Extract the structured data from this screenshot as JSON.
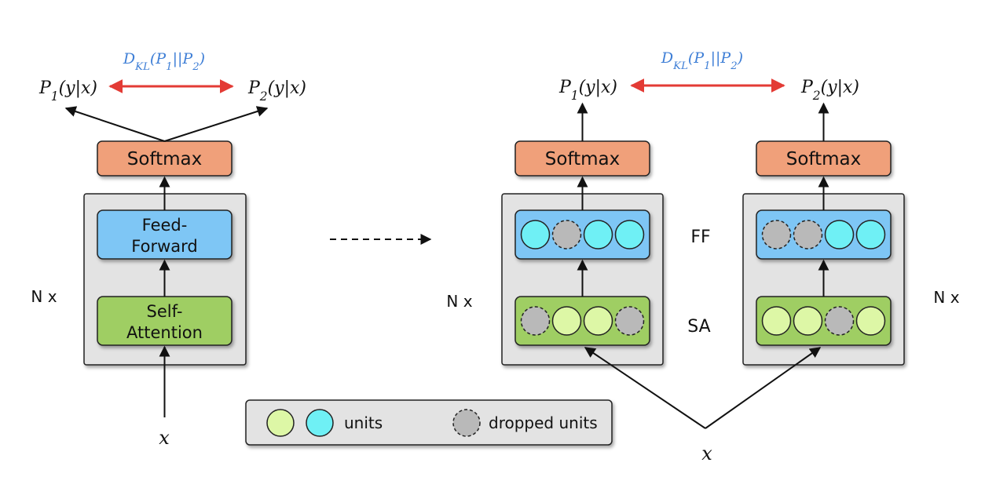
{
  "left": {
    "kl_label": "D_KL(P_1||P_2)",
    "p1_label": "P_1(y|x)",
    "p2_label": "P_2(y|x)",
    "softmax_label": "Softmax",
    "ff_label_line1": "Feed-",
    "ff_label_line2": "Forward",
    "sa_label_line1": "Self-",
    "sa_label_line2": "Attention",
    "layers_label": "N x",
    "input_label": "x"
  },
  "right": {
    "kl_label": "D_KL(P_1||P_2)",
    "p1_label": "P_1(y|x)",
    "p2_label": "P_2(y|x)",
    "softmax_left_label": "Softmax",
    "softmax_right_label": "Softmax",
    "ff_label": "FF",
    "sa_label": "SA",
    "layers_left_label": "N x",
    "layers_right_label": "N x",
    "input_label": "x",
    "left_ff_units": [
      "unit",
      "dropped",
      "unit",
      "unit"
    ],
    "left_sa_units": [
      "dropped",
      "unit",
      "unit",
      "dropped"
    ],
    "right_ff_units": [
      "dropped",
      "dropped",
      "unit",
      "unit"
    ],
    "right_sa_units": [
      "unit",
      "unit",
      "dropped",
      "unit"
    ]
  },
  "legend": {
    "units_label": "units",
    "dropped_label": "dropped units"
  },
  "colors": {
    "softmax_fill": "#f0a07a",
    "ff_fill": "#7ec6f5",
    "sa_fill": "#9fce63",
    "panel_fill": "#e3e3e3",
    "unit_cyan": "#6ff0f5",
    "unit_green": "#ddf7a6",
    "dropped_fill": "#b9b9b9",
    "kl_arrow": "#e33b35",
    "kl_text": "#3f7fd6"
  }
}
